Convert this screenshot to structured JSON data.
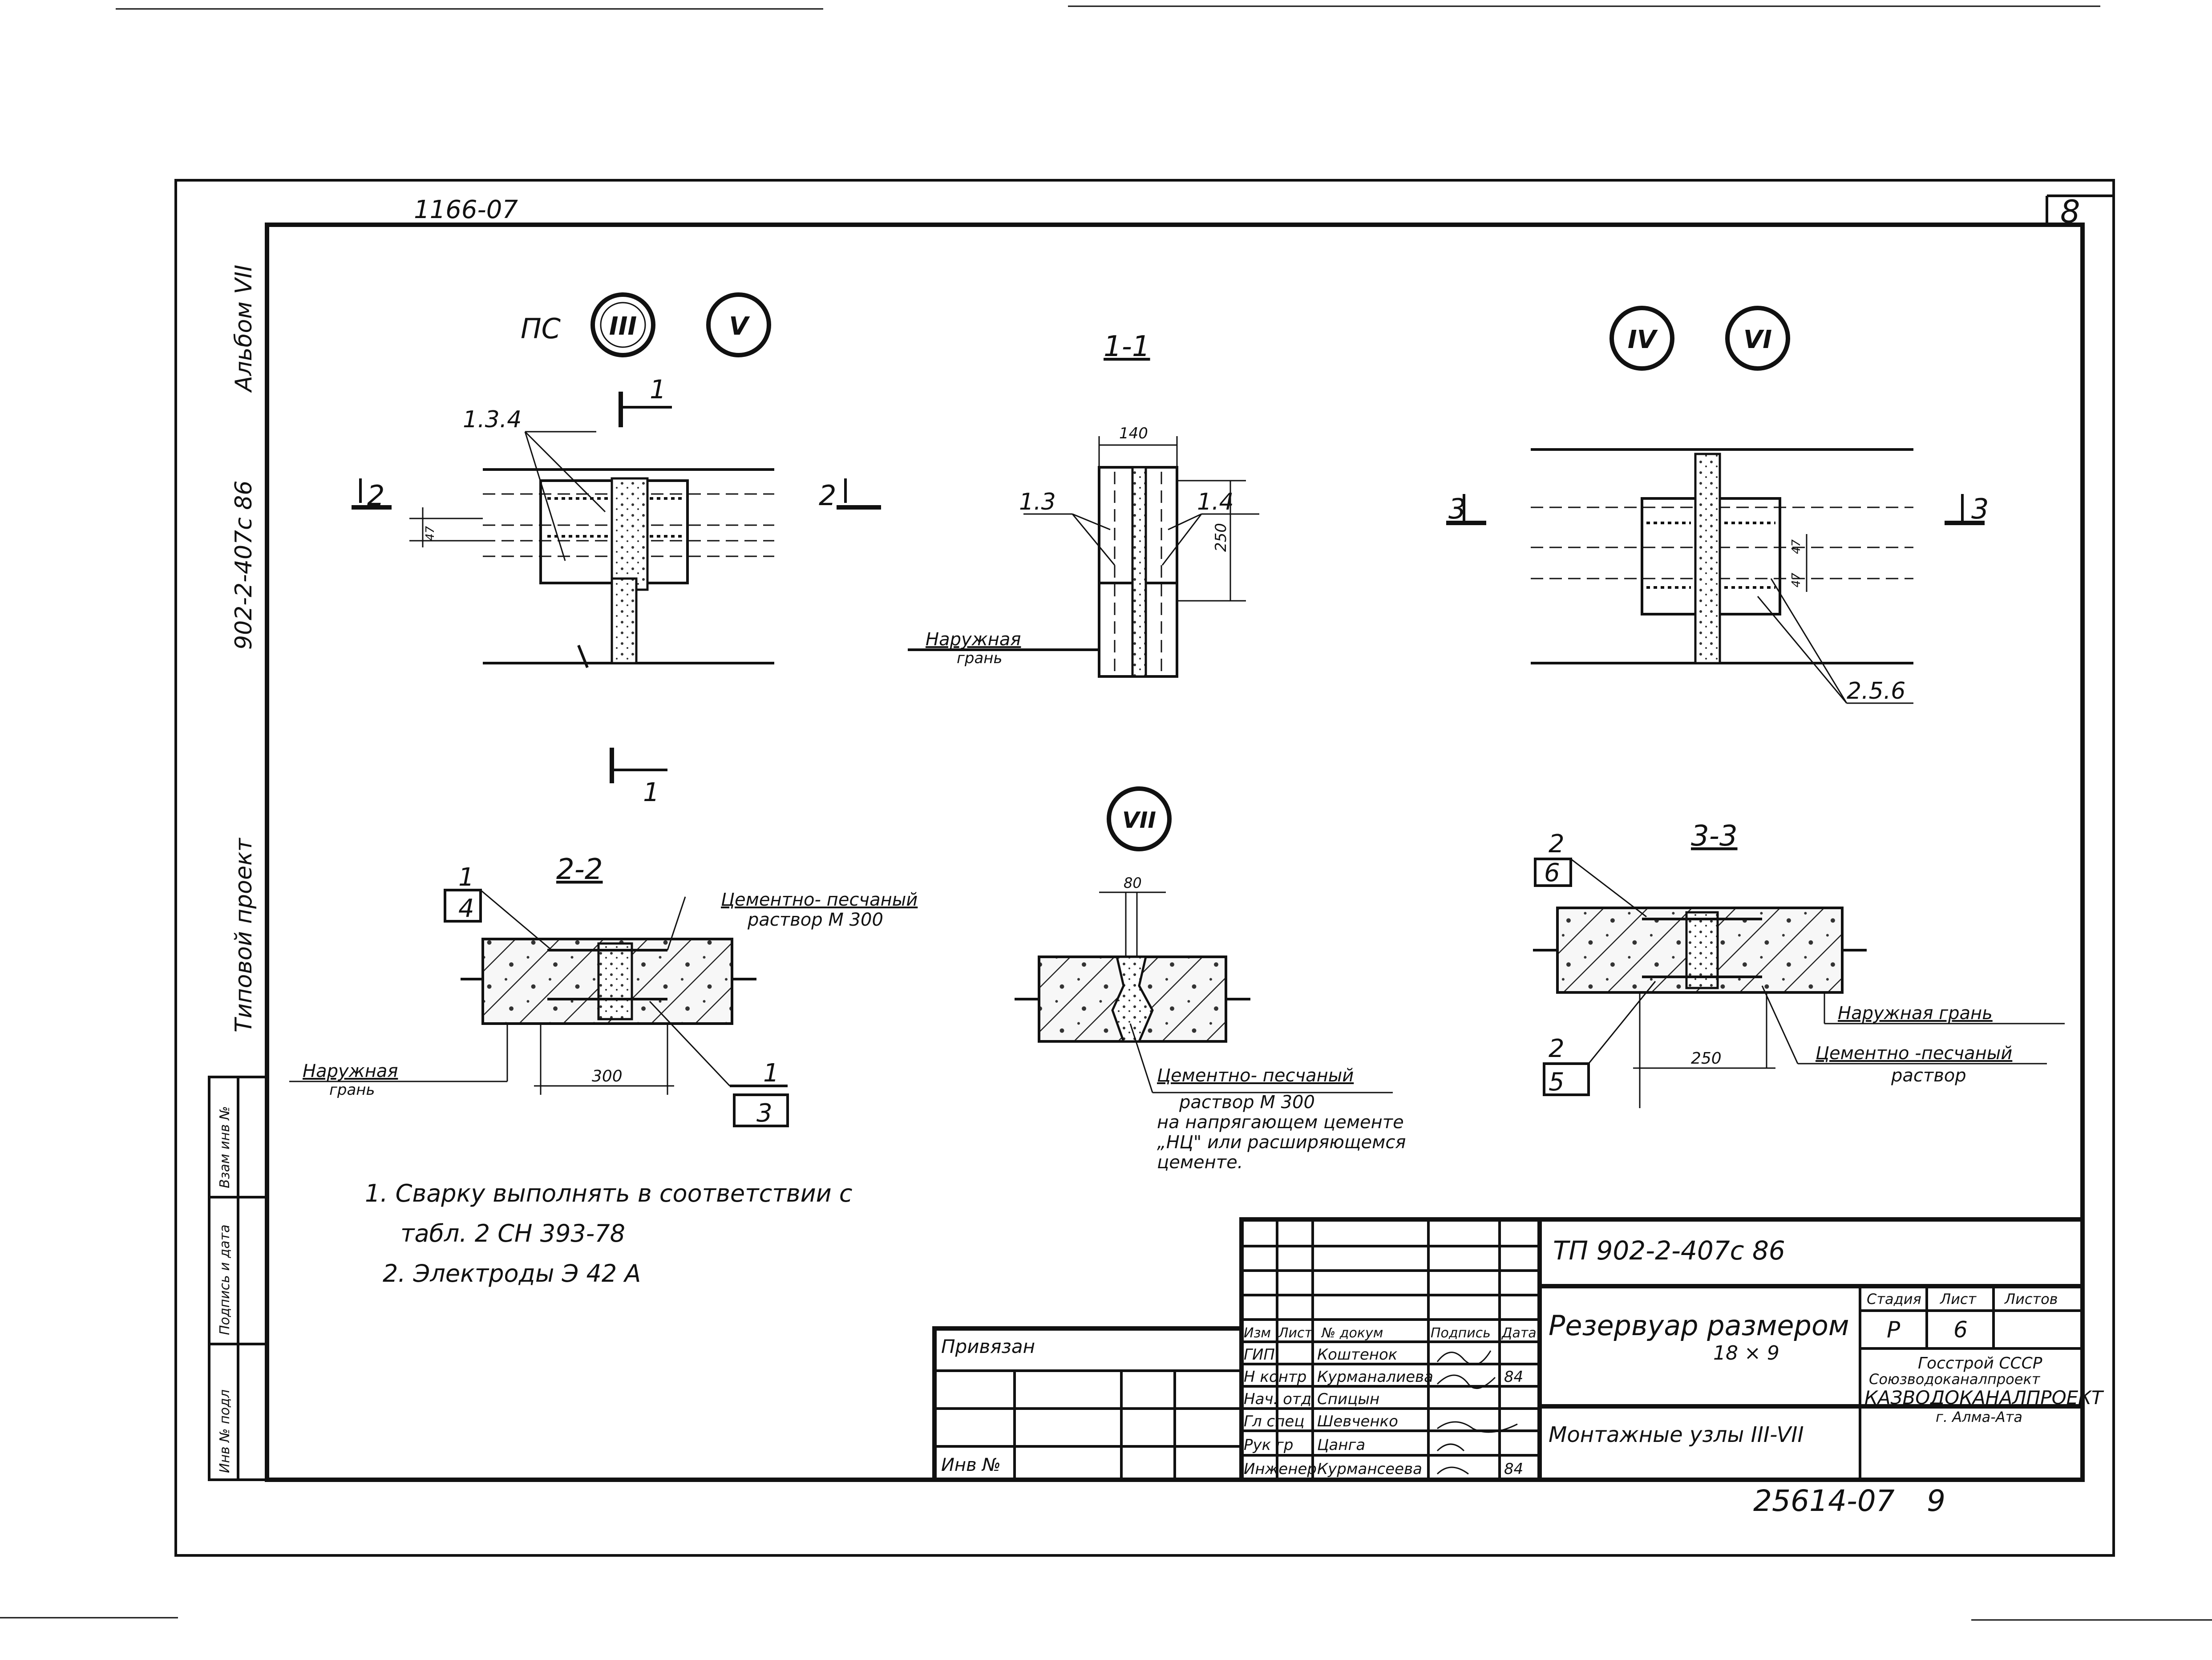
{
  "sheet": {
    "series_number": "1166-07",
    "sheet_number": "8",
    "side_album": "Альбом VII",
    "side_project_code": "902-2-407с 86",
    "side_project_type": "Типовой проект",
    "margin_labels": [
      "Взам инв №",
      "Подпись и дата",
      "Инв № подл"
    ],
    "bottom_number": "25614-07",
    "bottom_page": "9"
  },
  "views": {
    "top_left_prefix": "ПС",
    "top_left_nodes": [
      "III",
      "V"
    ],
    "top_right_nodes": [
      "IV",
      "VI"
    ],
    "middle_node": "VII",
    "section_1_1": "1-1",
    "section_2_2": "2-2",
    "section_3_3": "3-3",
    "cut_1": "1",
    "cut_2": "2",
    "cut_3": "3",
    "label_134": "1.3.4",
    "label_256": "2.5.6",
    "label_13": "1.3",
    "label_14": "1.4",
    "dim_140": "140",
    "dim_250_v": "250",
    "dim_300": "300",
    "dim_250": "250",
    "dim_80": "80",
    "dim_47a": "47",
    "dim_47b": "47",
    "dim_47c": "47",
    "outer_face": "Наружная",
    "outer_face_2": "грань",
    "outer_face_full": "Наружная грань",
    "mortar_22_a": "Цементно- песчаный",
    "mortar_22_b": "раствор М 300",
    "mortar_33_a": "Цементно -песчаный",
    "mortar_33_b": "раствор",
    "mortar_vii": [
      "Цементно- песчаный",
      "раствор М 300",
      "на напрягающем цементе",
      "„НЦ\" или расширяющемся",
      "цементе."
    ],
    "frac_22_top": [
      "1",
      "4"
    ],
    "frac_22_bot": [
      "1",
      "3"
    ],
    "frac_33_top": [
      "2",
      "6"
    ],
    "frac_33_bot": [
      "2",
      "5"
    ]
  },
  "notes": [
    "1. Сварку выполнять в соответствии с",
    "табл. 2 СН 393-78",
    "2. Электроды Э 42 А"
  ],
  "title_block": {
    "project": "ТП 902-2-407с 86",
    "privyazan": "Привязан",
    "inv": "Инв №",
    "header": [
      "Изм",
      "Лист",
      "№ докум",
      "Подпись",
      "Дата"
    ],
    "rows": [
      {
        "role": "ГИП",
        "name": "Коштенок",
        "date": ""
      },
      {
        "role": "Н контр",
        "name": "Курманалиева",
        "date": "84"
      },
      {
        "role": "Нач. отд",
        "name": "Спицын",
        "date": ""
      },
      {
        "role": "Гл спец",
        "name": "Шевченко",
        "date": ""
      },
      {
        "role": "Рук гр",
        "name": "Цанга",
        "date": ""
      },
      {
        "role": "Инженер",
        "name": "Курмансеева",
        "date": "84"
      }
    ],
    "title_line1": "Резервуар размером",
    "title_line2": "18 × 9",
    "subtitle": "Монтажные узлы III-VII",
    "stage_label": "Стадия",
    "sheet_label": "Лист",
    "sheets_label": "Листов",
    "stage_value": "Р",
    "sheet_value": "6",
    "org_1": "Госстрой СССР",
    "org_2": "Союзводоканалпроект",
    "org_3": "КАЗВОДОКАНАЛПРОЕКТ",
    "org_4": "г. Алма-Ата"
  }
}
